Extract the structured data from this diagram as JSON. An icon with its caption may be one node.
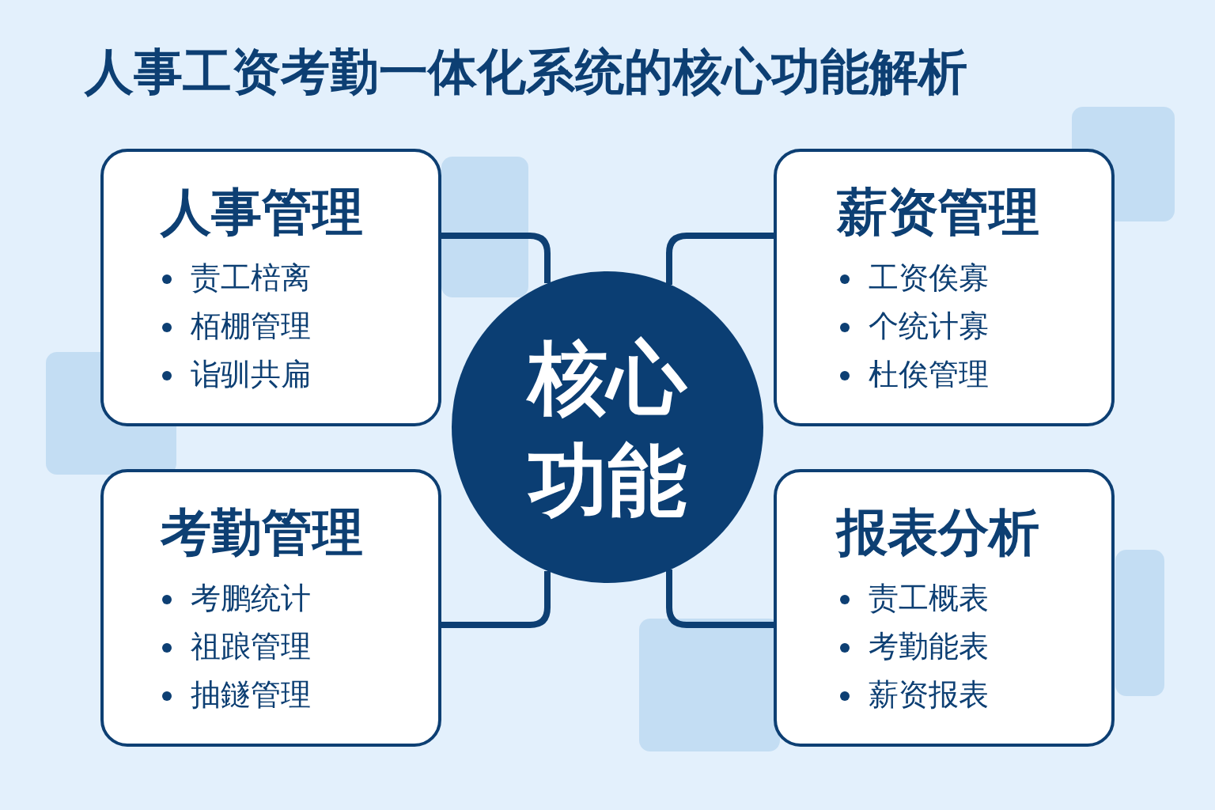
{
  "diagram": {
    "title": "人事工资考勤一体化系统的核心功能解析",
    "nodes": [
      {
        "text": [
          "核心功能"
        ]
      },
      {
        "text": [
          "人事管理",
          "责工棓离",
          "栢棚管理",
          "诣驯共扁"
        ]
      },
      {
        "text": [
          "薪资管理",
          "工资俟寡",
          "个统计寡",
          "杜俟管理"
        ]
      },
      {
        "text": [
          "考勤管理",
          "考鹏统计",
          "祖踉管理",
          "抽鐩管理"
        ]
      },
      {
        "text": [
          "报表分析",
          "责工概表",
          "考勤能表",
          "薪资报表"
        ]
      }
    ],
    "edges": [
      {
        "from": 0,
        "to": 1,
        "arrow": "none"
      },
      {
        "from": 0,
        "to": 2,
        "arrow": "none"
      },
      {
        "from": 0,
        "to": 3,
        "arrow": "none"
      },
      {
        "from": 0,
        "to": 4,
        "arrow": "none"
      }
    ]
  }
}
